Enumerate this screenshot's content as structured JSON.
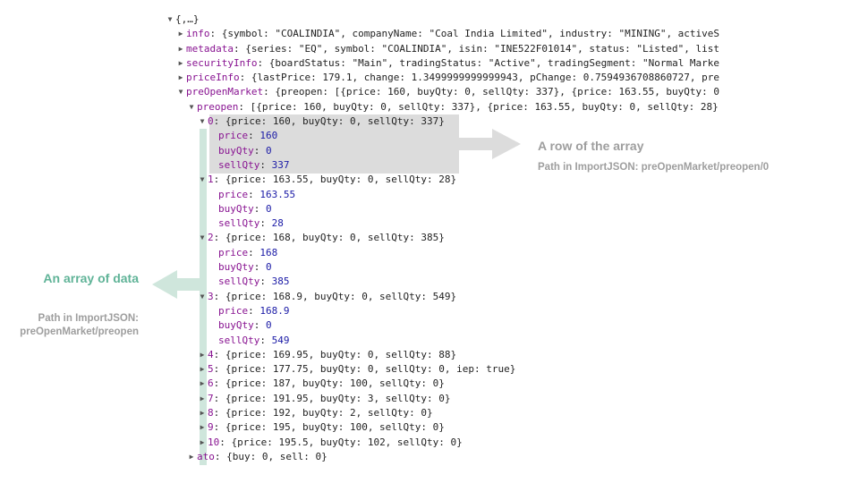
{
  "tree": [
    {
      "indent": 0,
      "toggle": "open",
      "text": "{,…}"
    },
    {
      "indent": 1,
      "toggle": "closed",
      "key": "info",
      "summary": "{symbol: \"COALINDIA\", companyName: \"Coal India Limited\", industry: \"MINING\", activeS"
    },
    {
      "indent": 1,
      "toggle": "closed",
      "key": "metadata",
      "summary": "{series: \"EQ\", symbol: \"COALINDIA\", isin: \"INE522F01014\", status: \"Listed\", list"
    },
    {
      "indent": 1,
      "toggle": "closed",
      "key": "securityInfo",
      "summary": "{boardStatus: \"Main\", tradingStatus: \"Active\", tradingSegment: \"Normal Marke"
    },
    {
      "indent": 1,
      "toggle": "closed",
      "key": "priceInfo",
      "summary": "{lastPrice: 179.1, change: 1.3499999999999943, pChange: 0.7594936708860727, pre"
    },
    {
      "indent": 1,
      "toggle": "open",
      "key": "preOpenMarket",
      "summary": "{preopen: [{price: 160, buyQty: 0, sellQty: 337}, {price: 163.55, buyQty: 0"
    },
    {
      "indent": 2,
      "toggle": "open",
      "key": "preopen",
      "summary": "[{price: 160, buyQty: 0, sellQty: 337}, {price: 163.55, buyQty: 0, sellQty: 28}"
    },
    {
      "indent": 3,
      "toggle": "open",
      "key": "0",
      "summary": "{price: 160, buyQty: 0, sellQty: 337}"
    },
    {
      "indent": 4,
      "toggle": "none",
      "key": "price",
      "value": "160"
    },
    {
      "indent": 4,
      "toggle": "none",
      "key": "buyQty",
      "value": "0"
    },
    {
      "indent": 4,
      "toggle": "none",
      "key": "sellQty",
      "value": "337"
    },
    {
      "indent": 3,
      "toggle": "open",
      "key": "1",
      "summary": "{price: 163.55, buyQty: 0, sellQty: 28}"
    },
    {
      "indent": 4,
      "toggle": "none",
      "key": "price",
      "value": "163.55"
    },
    {
      "indent": 4,
      "toggle": "none",
      "key": "buyQty",
      "value": "0"
    },
    {
      "indent": 4,
      "toggle": "none",
      "key": "sellQty",
      "value": "28"
    },
    {
      "indent": 3,
      "toggle": "open",
      "key": "2",
      "summary": "{price: 168, buyQty: 0, sellQty: 385}"
    },
    {
      "indent": 4,
      "toggle": "none",
      "key": "price",
      "value": "168"
    },
    {
      "indent": 4,
      "toggle": "none",
      "key": "buyQty",
      "value": "0"
    },
    {
      "indent": 4,
      "toggle": "none",
      "key": "sellQty",
      "value": "385"
    },
    {
      "indent": 3,
      "toggle": "open",
      "key": "3",
      "summary": "{price: 168.9, buyQty: 0, sellQty: 549}"
    },
    {
      "indent": 4,
      "toggle": "none",
      "key": "price",
      "value": "168.9"
    },
    {
      "indent": 4,
      "toggle": "none",
      "key": "buyQty",
      "value": "0"
    },
    {
      "indent": 4,
      "toggle": "none",
      "key": "sellQty",
      "value": "549"
    },
    {
      "indent": 3,
      "toggle": "closed",
      "key": "4",
      "summary": "{price: 169.95, buyQty: 0, sellQty: 88}"
    },
    {
      "indent": 3,
      "toggle": "closed",
      "key": "5",
      "summary": "{price: 177.75, buyQty: 0, sellQty: 0, iep: true}"
    },
    {
      "indent": 3,
      "toggle": "closed",
      "key": "6",
      "summary": "{price: 187, buyQty: 100, sellQty: 0}"
    },
    {
      "indent": 3,
      "toggle": "closed",
      "key": "7",
      "summary": "{price: 191.95, buyQty: 3, sellQty: 0}"
    },
    {
      "indent": 3,
      "toggle": "closed",
      "key": "8",
      "summary": "{price: 192, buyQty: 2, sellQty: 0}"
    },
    {
      "indent": 3,
      "toggle": "closed",
      "key": "9",
      "summary": "{price: 195, buyQty: 100, sellQty: 0}"
    },
    {
      "indent": 3,
      "toggle": "closed",
      "key": "10",
      "summary": "{price: 195.5, buyQty: 102, sellQty: 0}"
    },
    {
      "indent": 2,
      "toggle": "closed",
      "key": "ato",
      "summary": "{buy: 0, sell: 0}"
    }
  ],
  "annotations": {
    "row": {
      "title": "A row of the array",
      "path": "Path in ImportJSON: preOpenMarket/preopen/0"
    },
    "array": {
      "title": "An array of data",
      "path_label": "Path in ImportJSON:",
      "path_value": "preOpenMarket/preopen"
    }
  },
  "colors": {
    "key": "#881391",
    "number": "#1a1aa6",
    "row_highlight": "#dcdcdc",
    "array_highlight": "#cfe6dc",
    "array_label": "#5fb397",
    "muted_label": "#9e9e9e"
  },
  "icons": {
    "open": "triangle-down-icon",
    "closed": "triangle-right-icon"
  }
}
